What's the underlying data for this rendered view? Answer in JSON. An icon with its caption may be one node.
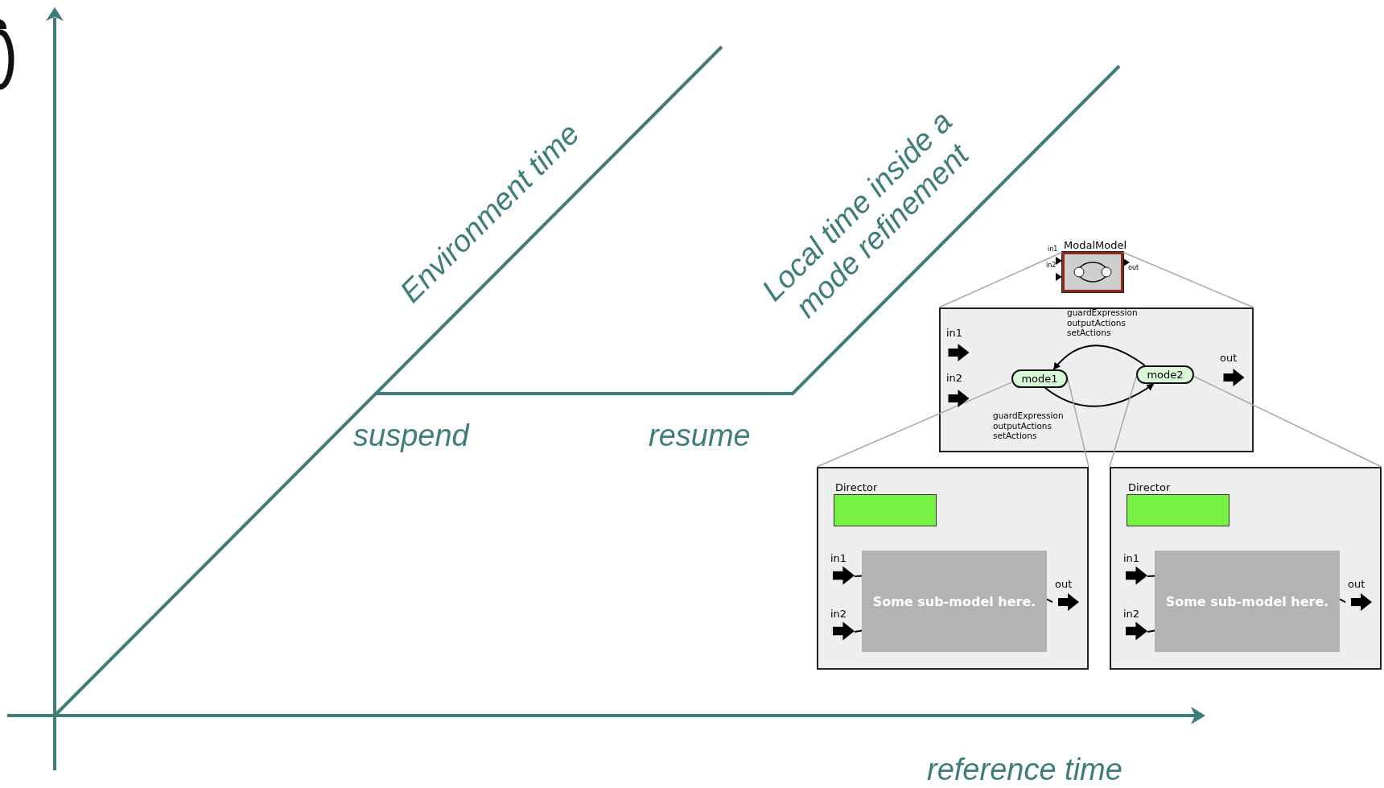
{
  "diagram": {
    "nodes": [
      {
        "text": [
          "ModalModel"
        ],
        "beside": [
          "in1",
          "in2",
          "out"
        ]
      },
      {
        "text": [],
        "shape": "box"
      },
      {
        "text": [
          "mode1"
        ],
        "in": 1
      },
      {
        "text": [
          "mode2"
        ],
        "in": 1
      },
      {
        "text": [],
        "shape": "box"
      },
      {
        "text": [
          "Director"
        ],
        "in": 4
      },
      {
        "text": [
          "Some sub-model here."
        ],
        "in": 4
      },
      {
        "text": [
          "in1"
        ],
        "in": 4
      },
      {
        "text": [
          "in2"
        ],
        "in": 4
      },
      {
        "text": [
          "out"
        ],
        "in": 4
      },
      {
        "text": [],
        "shape": "box"
      },
      {
        "text": [
          "Director"
        ],
        "in": 10
      },
      {
        "text": [
          "Some sub-model here."
        ],
        "in": 10
      },
      {
        "text": [
          "in1"
        ],
        "in": 10
      },
      {
        "text": [
          "in2"
        ],
        "in": 10
      },
      {
        "text": [
          "out"
        ],
        "in": 10
      }
    ],
    "edges": [
      {
        "from": 3,
        "to": 2,
        "arrow": "to",
        "label": "guardExpression outputActions setActions"
      },
      {
        "from": 2,
        "to": 3,
        "arrow": "to",
        "label": "guardExpression outputActions setActions"
      },
      {
        "from": 0,
        "to": 1,
        "arrow": "none",
        "color": "#a8a8a8"
      },
      {
        "from": 0,
        "to": 1,
        "arrow": "none",
        "color": "#a8a8a8"
      },
      {
        "from": 2,
        "to": 4,
        "arrow": "none",
        "color": "#a8a8a8"
      },
      {
        "from": 2,
        "to": 4,
        "arrow": "none",
        "color": "#a8a8a8"
      },
      {
        "from": 3,
        "to": 10,
        "arrow": "none",
        "color": "#a8a8a8"
      },
      {
        "from": 3,
        "to": 10,
        "arrow": "none",
        "color": "#a8a8a8"
      },
      {
        "from": 7,
        "to": 6,
        "arrow": "none"
      },
      {
        "from": 8,
        "to": 6,
        "arrow": "none"
      },
      {
        "from": 6,
        "to": 9,
        "arrow": "none"
      },
      {
        "from": 13,
        "to": 12,
        "arrow": "none"
      },
      {
        "from": 14,
        "to": 12,
        "arrow": "none"
      },
      {
        "from": 12,
        "to": 15,
        "arrow": "none"
      }
    ],
    "labels": [
      "Environment time",
      "Local time inside a mode refinement",
      "suspend",
      "resume",
      "in1",
      "in2",
      "out",
      "reference time"
    ]
  }
}
